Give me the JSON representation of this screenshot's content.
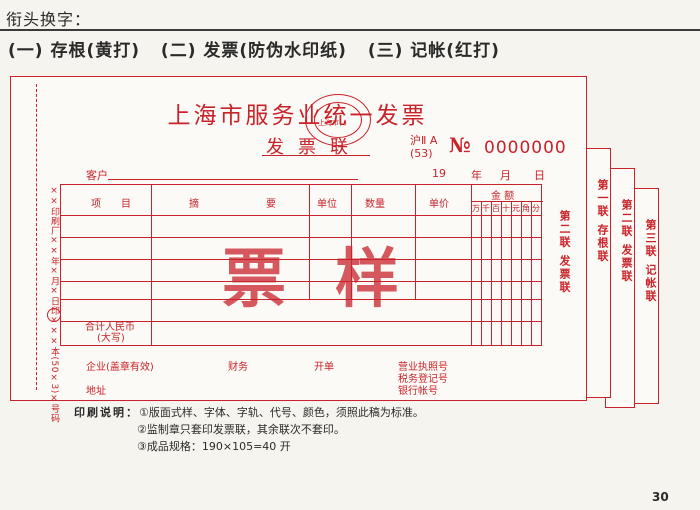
{
  "header": {
    "title": "衔头换字：",
    "parts": [
      "(一) 存根(黄打)",
      "(二) 发票(防伪水印纸)",
      "(三) 记帐(红打)"
    ]
  },
  "invoice": {
    "title": "上海市服务业统一发票",
    "copy_name": "发票联",
    "seal_text": "上海市( )",
    "series_line1": "沪Ⅱ A",
    "series_line2": "(53)",
    "no_mark": "№",
    "serial": "0000000",
    "customer_label": "客户",
    "date_prefix": "19",
    "date_year": "年",
    "date_month": "月",
    "date_day": "日",
    "stub_text": "××印刷厂××年×月×日印×××本(50×3)×号码",
    "columns": [
      "项",
      "目",
      "摘",
      "要",
      "单位",
      "数量",
      "单价"
    ],
    "amount_header": "金 额",
    "amount_units": [
      "万",
      "千",
      "百",
      "十",
      "元",
      "角",
      "分"
    ],
    "total_label_1": "合计人民币",
    "total_label_2": "(大写)",
    "watermark_1": "票",
    "watermark_2": "样",
    "copy2_label": "第二联 发票联",
    "footer": {
      "enterprise": "企业(盖章有效)",
      "finance": "财务",
      "issuer": "开单",
      "license": "营业执照号",
      "tax": "税务登记号",
      "bank": "银行帐号",
      "address": "地址"
    }
  },
  "side_sheets": {
    "copy1": "第一联 存根联",
    "copy2": "第二联 发票联",
    "copy3": "第三联 记帐联"
  },
  "notes": {
    "label": "印刷说明：",
    "items": [
      "①版面式样、字体、字轨、代号、颜色，须照此稿为标准。",
      "②监制章只套印发票联，其余联次不套印。",
      "③成品规格：190×105=40 开"
    ]
  },
  "page_number": "30"
}
